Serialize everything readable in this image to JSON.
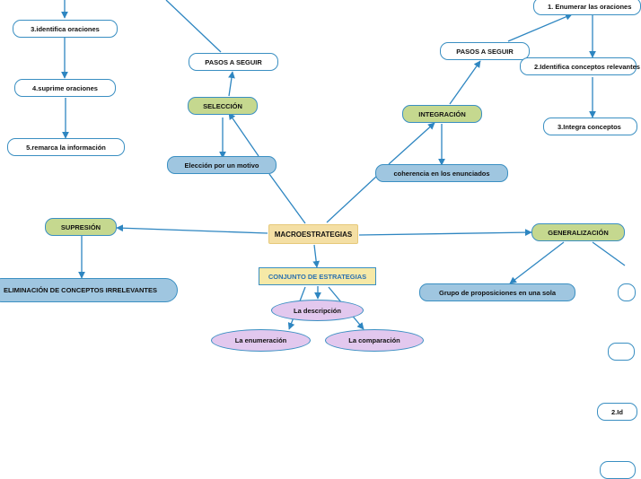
{
  "center": "MACROESTRATEGIAS",
  "strategies": {
    "label": "CONJUNTO DE ESTRATEGIAS",
    "items": [
      "La descripción",
      "La enumeración",
      "La comparación"
    ]
  },
  "seleccion": {
    "label": "SELECCIÓN",
    "motivo": "Elección por un motivo",
    "pasos": "PASOS A SEGUIR"
  },
  "supresion": {
    "label": "SUPRESIÓN",
    "detail": "ELIMINACIÓN DE CONCEPTOS IRRELEVANTES",
    "steps": [
      "3.identifica oraciones",
      "4.suprime oraciones",
      "5.remarca la información"
    ]
  },
  "integracion": {
    "label": "INTEGRACIÓN",
    "detail": "coherencia en los enunciados",
    "pasos": "PASOS A SEGUIR",
    "steps": [
      "1. Enumerar las oraciones",
      "2.Identifica conceptos relevantes",
      "3.Integra conceptos"
    ]
  },
  "generalizacion": {
    "label": "GENERALIZACIÓN",
    "detail": "Grupo de proposiciones en una sola",
    "partial_step": "2.Id"
  }
}
